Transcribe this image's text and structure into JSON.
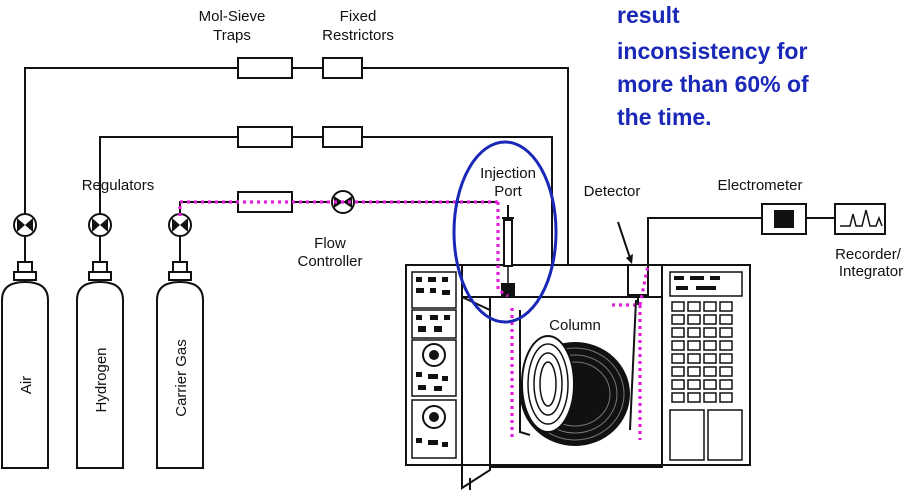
{
  "note": {
    "lines": [
      "result",
      "inconsistency for",
      "more than 60% of",
      "the time."
    ],
    "color": "#1a28b8"
  },
  "labels": {
    "mol_sieve_traps": [
      "Mol-Sieve",
      "Traps"
    ],
    "fixed_restrictors": [
      "Fixed",
      "Restrictors"
    ],
    "regulators": "Regulators",
    "flow_controller": [
      "Flow",
      "Controller"
    ],
    "injection_port": [
      "Injection",
      "Port"
    ],
    "detector": "Detector",
    "electrometer": "Electrometer",
    "recorder": [
      "Recorder/",
      "Integrator"
    ],
    "column": "Column"
  },
  "cylinders": [
    {
      "label": "Air"
    },
    {
      "label": "Hydrogen"
    },
    {
      "label": "Carrier Gas"
    }
  ],
  "colors": {
    "carrier_flow": "#e020d8",
    "highlight_ring": "#1a28b8",
    "line": "#111111"
  }
}
